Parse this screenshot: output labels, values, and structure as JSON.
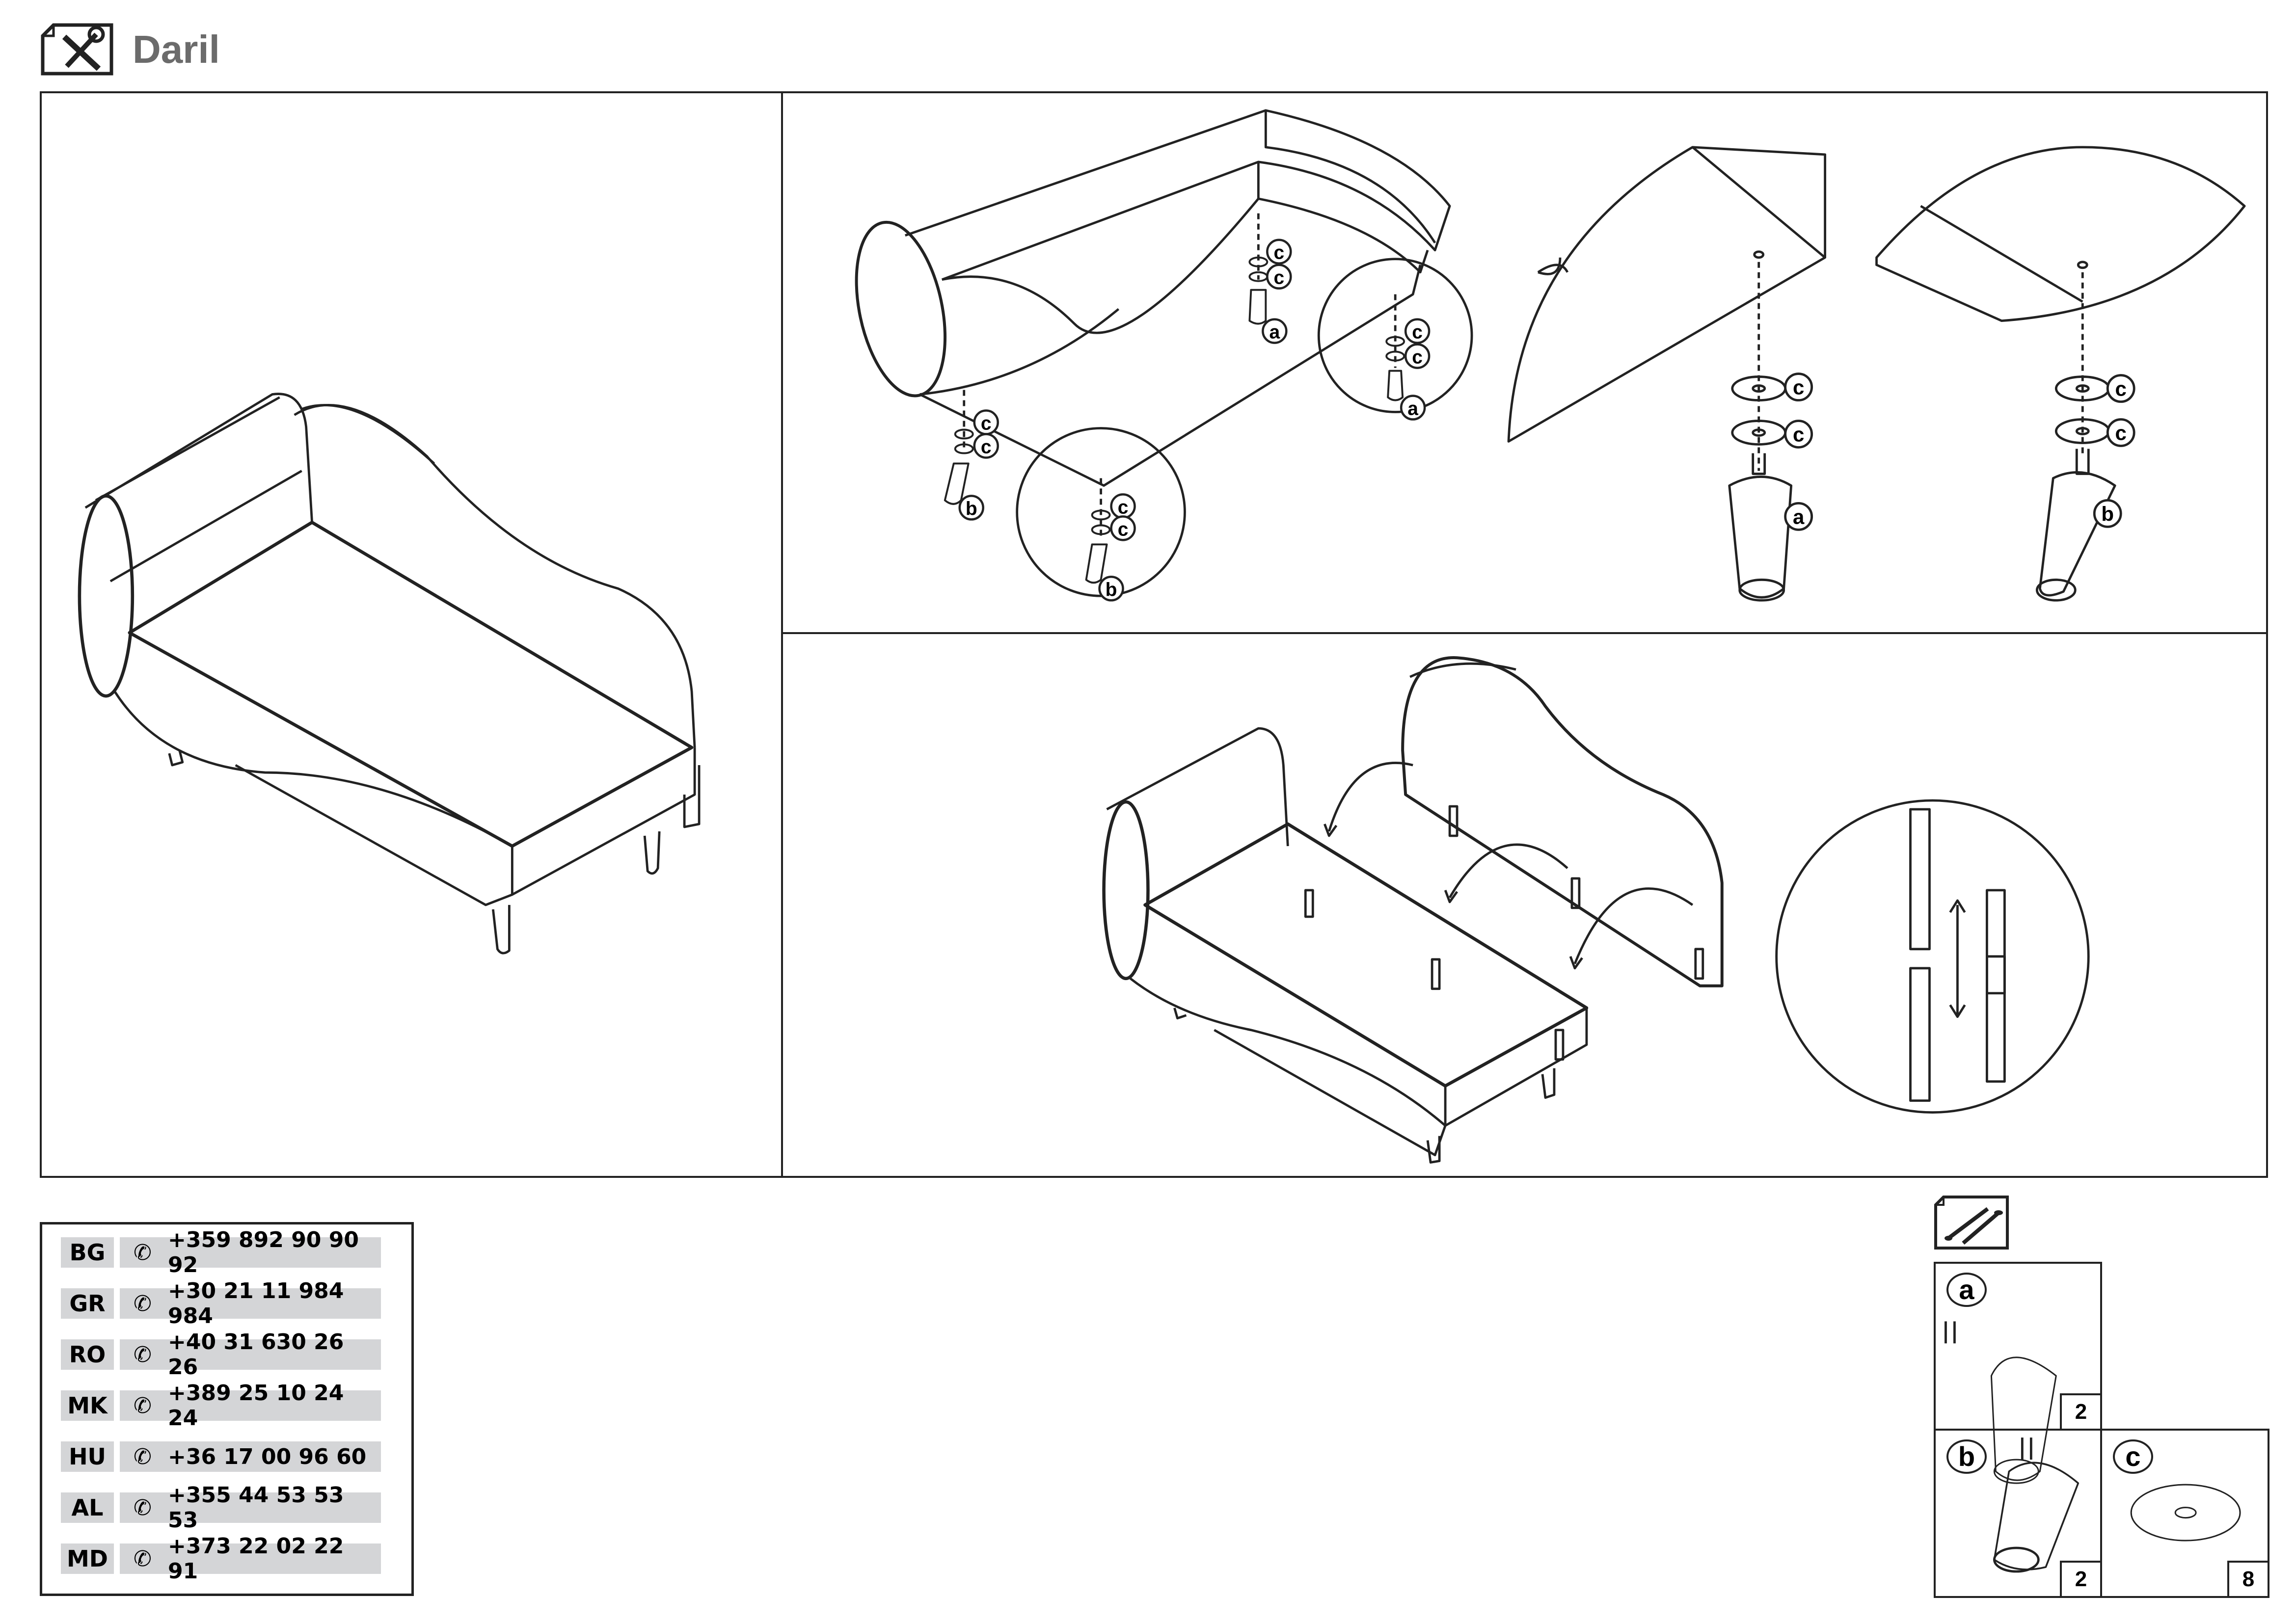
{
  "header": {
    "title": "Daril",
    "icon": "tools-icon"
  },
  "callouts": {
    "a": "a",
    "b": "b",
    "c": "c"
  },
  "contacts": [
    {
      "country": "BG",
      "phone": "+359 892 90 90 92"
    },
    {
      "country": "GR",
      "phone": "+30 21 11 984 984"
    },
    {
      "country": "RO",
      "phone": "+40 31 630 26 26"
    },
    {
      "country": "MK",
      "phone": "+389 25 10 24 24"
    },
    {
      "country": "HU",
      "phone": "+36 17 00 96 60"
    },
    {
      "country": "AL",
      "phone": "+355 44 53 53 53"
    },
    {
      "country": "MD",
      "phone": "+373 22 02 22 91"
    }
  ],
  "parts": {
    "icon": "screws-icon",
    "items": [
      {
        "label": "a",
        "qty": "2"
      },
      {
        "label": "b",
        "qty": "2"
      },
      {
        "label": "c",
        "qty": "8"
      }
    ]
  }
}
